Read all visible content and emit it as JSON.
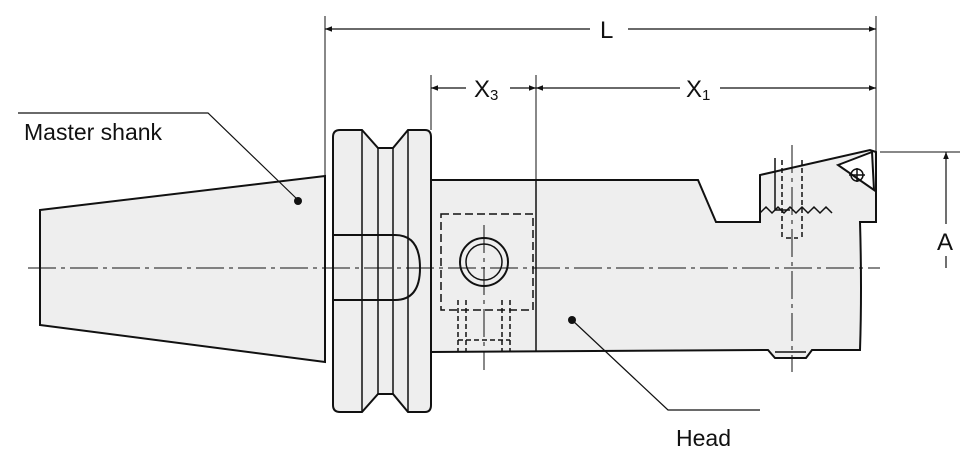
{
  "labels": {
    "master_shank": "Master shank",
    "head": "Head"
  },
  "dimensions": {
    "L": "L",
    "X3_base": "X",
    "X3_sub": "3",
    "X1_base": "X",
    "X1_sub": "1",
    "A": "A"
  },
  "colors": {
    "line": "#111111",
    "fill": "#eeeeee",
    "background": "#ffffff"
  }
}
